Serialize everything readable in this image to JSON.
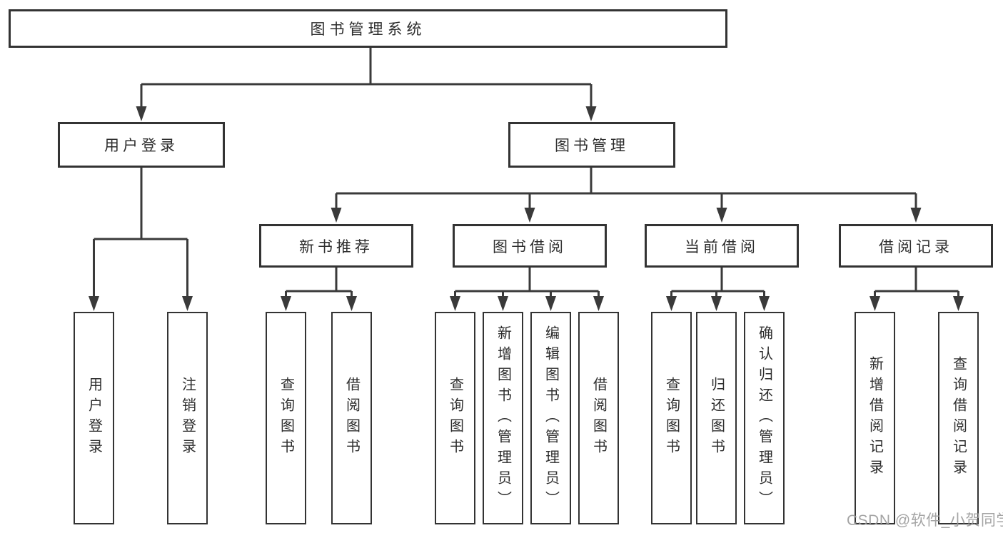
{
  "diagram": {
    "title": "图书管理系统",
    "root": {
      "label": "图书管理系统"
    },
    "level2": [
      {
        "label": "用户登录"
      },
      {
        "label": "图书管理"
      }
    ],
    "level3": [
      {
        "label": "新书推荐",
        "parent": "图书管理"
      },
      {
        "label": "图书借阅",
        "parent": "图书管理"
      },
      {
        "label": "当前借阅",
        "parent": "图书管理"
      },
      {
        "label": "借阅记录",
        "parent": "图书管理"
      }
    ],
    "leaves": [
      {
        "label": "用户登录",
        "parent": "用户登录"
      },
      {
        "label": "注销登录",
        "parent": "用户登录"
      },
      {
        "label": "查询图书",
        "parent": "新书推荐"
      },
      {
        "label": "借阅图书",
        "parent": "新书推荐"
      },
      {
        "label": "查询图书",
        "parent": "图书借阅"
      },
      {
        "label": "新增图书（管理员）",
        "parent": "图书借阅"
      },
      {
        "label": "编辑图书（管理员）",
        "parent": "图书借阅"
      },
      {
        "label": "借阅图书",
        "parent": "图书借阅"
      },
      {
        "label": "查询图书",
        "parent": "当前借阅"
      },
      {
        "label": "归还图书",
        "parent": "当前借阅"
      },
      {
        "label": "确认归还（管理员）",
        "parent": "当前借阅"
      },
      {
        "label": "新增借阅记录",
        "parent": "借阅记录"
      },
      {
        "label": "查询借阅记录",
        "parent": "借阅记录"
      }
    ]
  },
  "watermark": "CSDN @软件_小贺同学",
  "colors": {
    "line": "#3a3a3a",
    "box_border": "#333333",
    "text": "#2d2d2d",
    "watermark": "#9b9b9b",
    "background": "#ffffff"
  }
}
